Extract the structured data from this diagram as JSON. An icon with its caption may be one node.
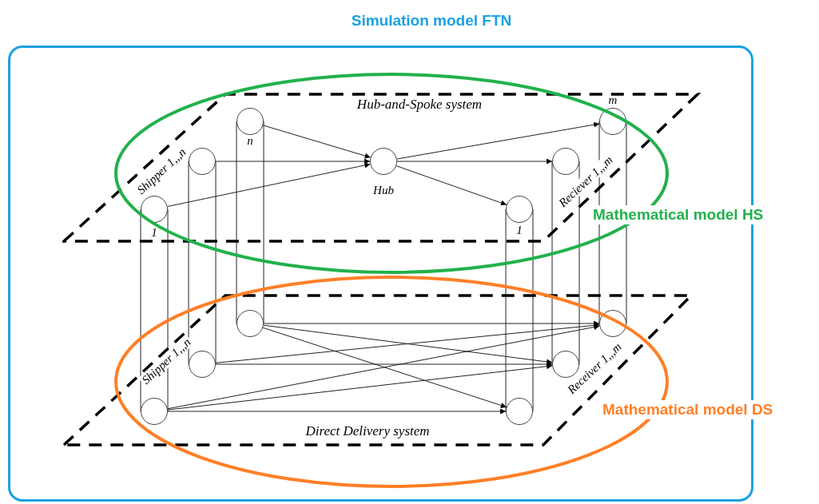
{
  "diagram": {
    "nodes": [
      {
        "text": [
          "Simulation model FTN"
        ]
      },
      {
        "text": [
          "Hub-and-Spoke system"
        ],
        "in": 0
      },
      {
        "text": [],
        "shape": "circle",
        "in": 1,
        "beside": [
          "1"
        ]
      },
      {
        "text": [],
        "shape": "circle",
        "in": 1
      },
      {
        "text": [],
        "shape": "circle",
        "in": 1,
        "beside": [
          "n"
        ]
      },
      {
        "text": [],
        "shape": "circle",
        "in": 1,
        "beside": [
          "Hub"
        ]
      },
      {
        "text": [],
        "shape": "circle",
        "in": 1,
        "beside": [
          "1"
        ]
      },
      {
        "text": [],
        "shape": "circle",
        "in": 1
      },
      {
        "text": [],
        "shape": "circle",
        "in": 1,
        "beside": [
          "m"
        ]
      },
      {
        "text": [
          "Direct Delivery system"
        ],
        "in": 0
      },
      {
        "text": [],
        "shape": "circle",
        "in": 9
      },
      {
        "text": [],
        "shape": "circle",
        "in": 9
      },
      {
        "text": [],
        "shape": "circle",
        "in": 9
      },
      {
        "text": [],
        "shape": "circle",
        "in": 9
      },
      {
        "text": [],
        "shape": "circle",
        "in": 9
      },
      {
        "text": [],
        "shape": "circle",
        "in": 9
      }
    ],
    "edges": [
      {
        "from": 2,
        "to": 5,
        "arrow": "to"
      },
      {
        "from": 3,
        "to": 5,
        "arrow": "to"
      },
      {
        "from": 4,
        "to": 5,
        "arrow": "to"
      },
      {
        "from": 5,
        "to": 8,
        "arrow": "to"
      },
      {
        "from": 5,
        "to": 7,
        "arrow": "to"
      },
      {
        "from": 5,
        "to": 6,
        "arrow": "to"
      },
      {
        "from": 2,
        "to": 10,
        "arrow": "none"
      },
      {
        "from": 3,
        "to": 11,
        "arrow": "none"
      },
      {
        "from": 4,
        "to": 12,
        "arrow": "none"
      },
      {
        "from": 6,
        "to": 13,
        "arrow": "none"
      },
      {
        "from": 7,
        "to": 14,
        "arrow": "none"
      },
      {
        "from": 8,
        "to": 15,
        "arrow": "none"
      },
      {
        "from": 12,
        "to": 15,
        "arrow": "to"
      },
      {
        "from": 12,
        "to": 14,
        "arrow": "to"
      },
      {
        "from": 12,
        "to": 13,
        "arrow": "to"
      },
      {
        "from": 11,
        "to": 14,
        "arrow": "to"
      },
      {
        "from": 11,
        "to": 15,
        "arrow": "to"
      },
      {
        "from": 10,
        "to": 13,
        "arrow": "to"
      },
      {
        "from": 10,
        "to": 15,
        "arrow": "to"
      },
      {
        "from": 10,
        "to": 14,
        "arrow": "to"
      }
    ],
    "labels": [
      "Shipper 1,,,n",
      "Reciever 1,,,m",
      "Mathematical model HS",
      "Shipper 1,,,n",
      "Receiver 1,,,m",
      "Mathematical model DS"
    ]
  }
}
